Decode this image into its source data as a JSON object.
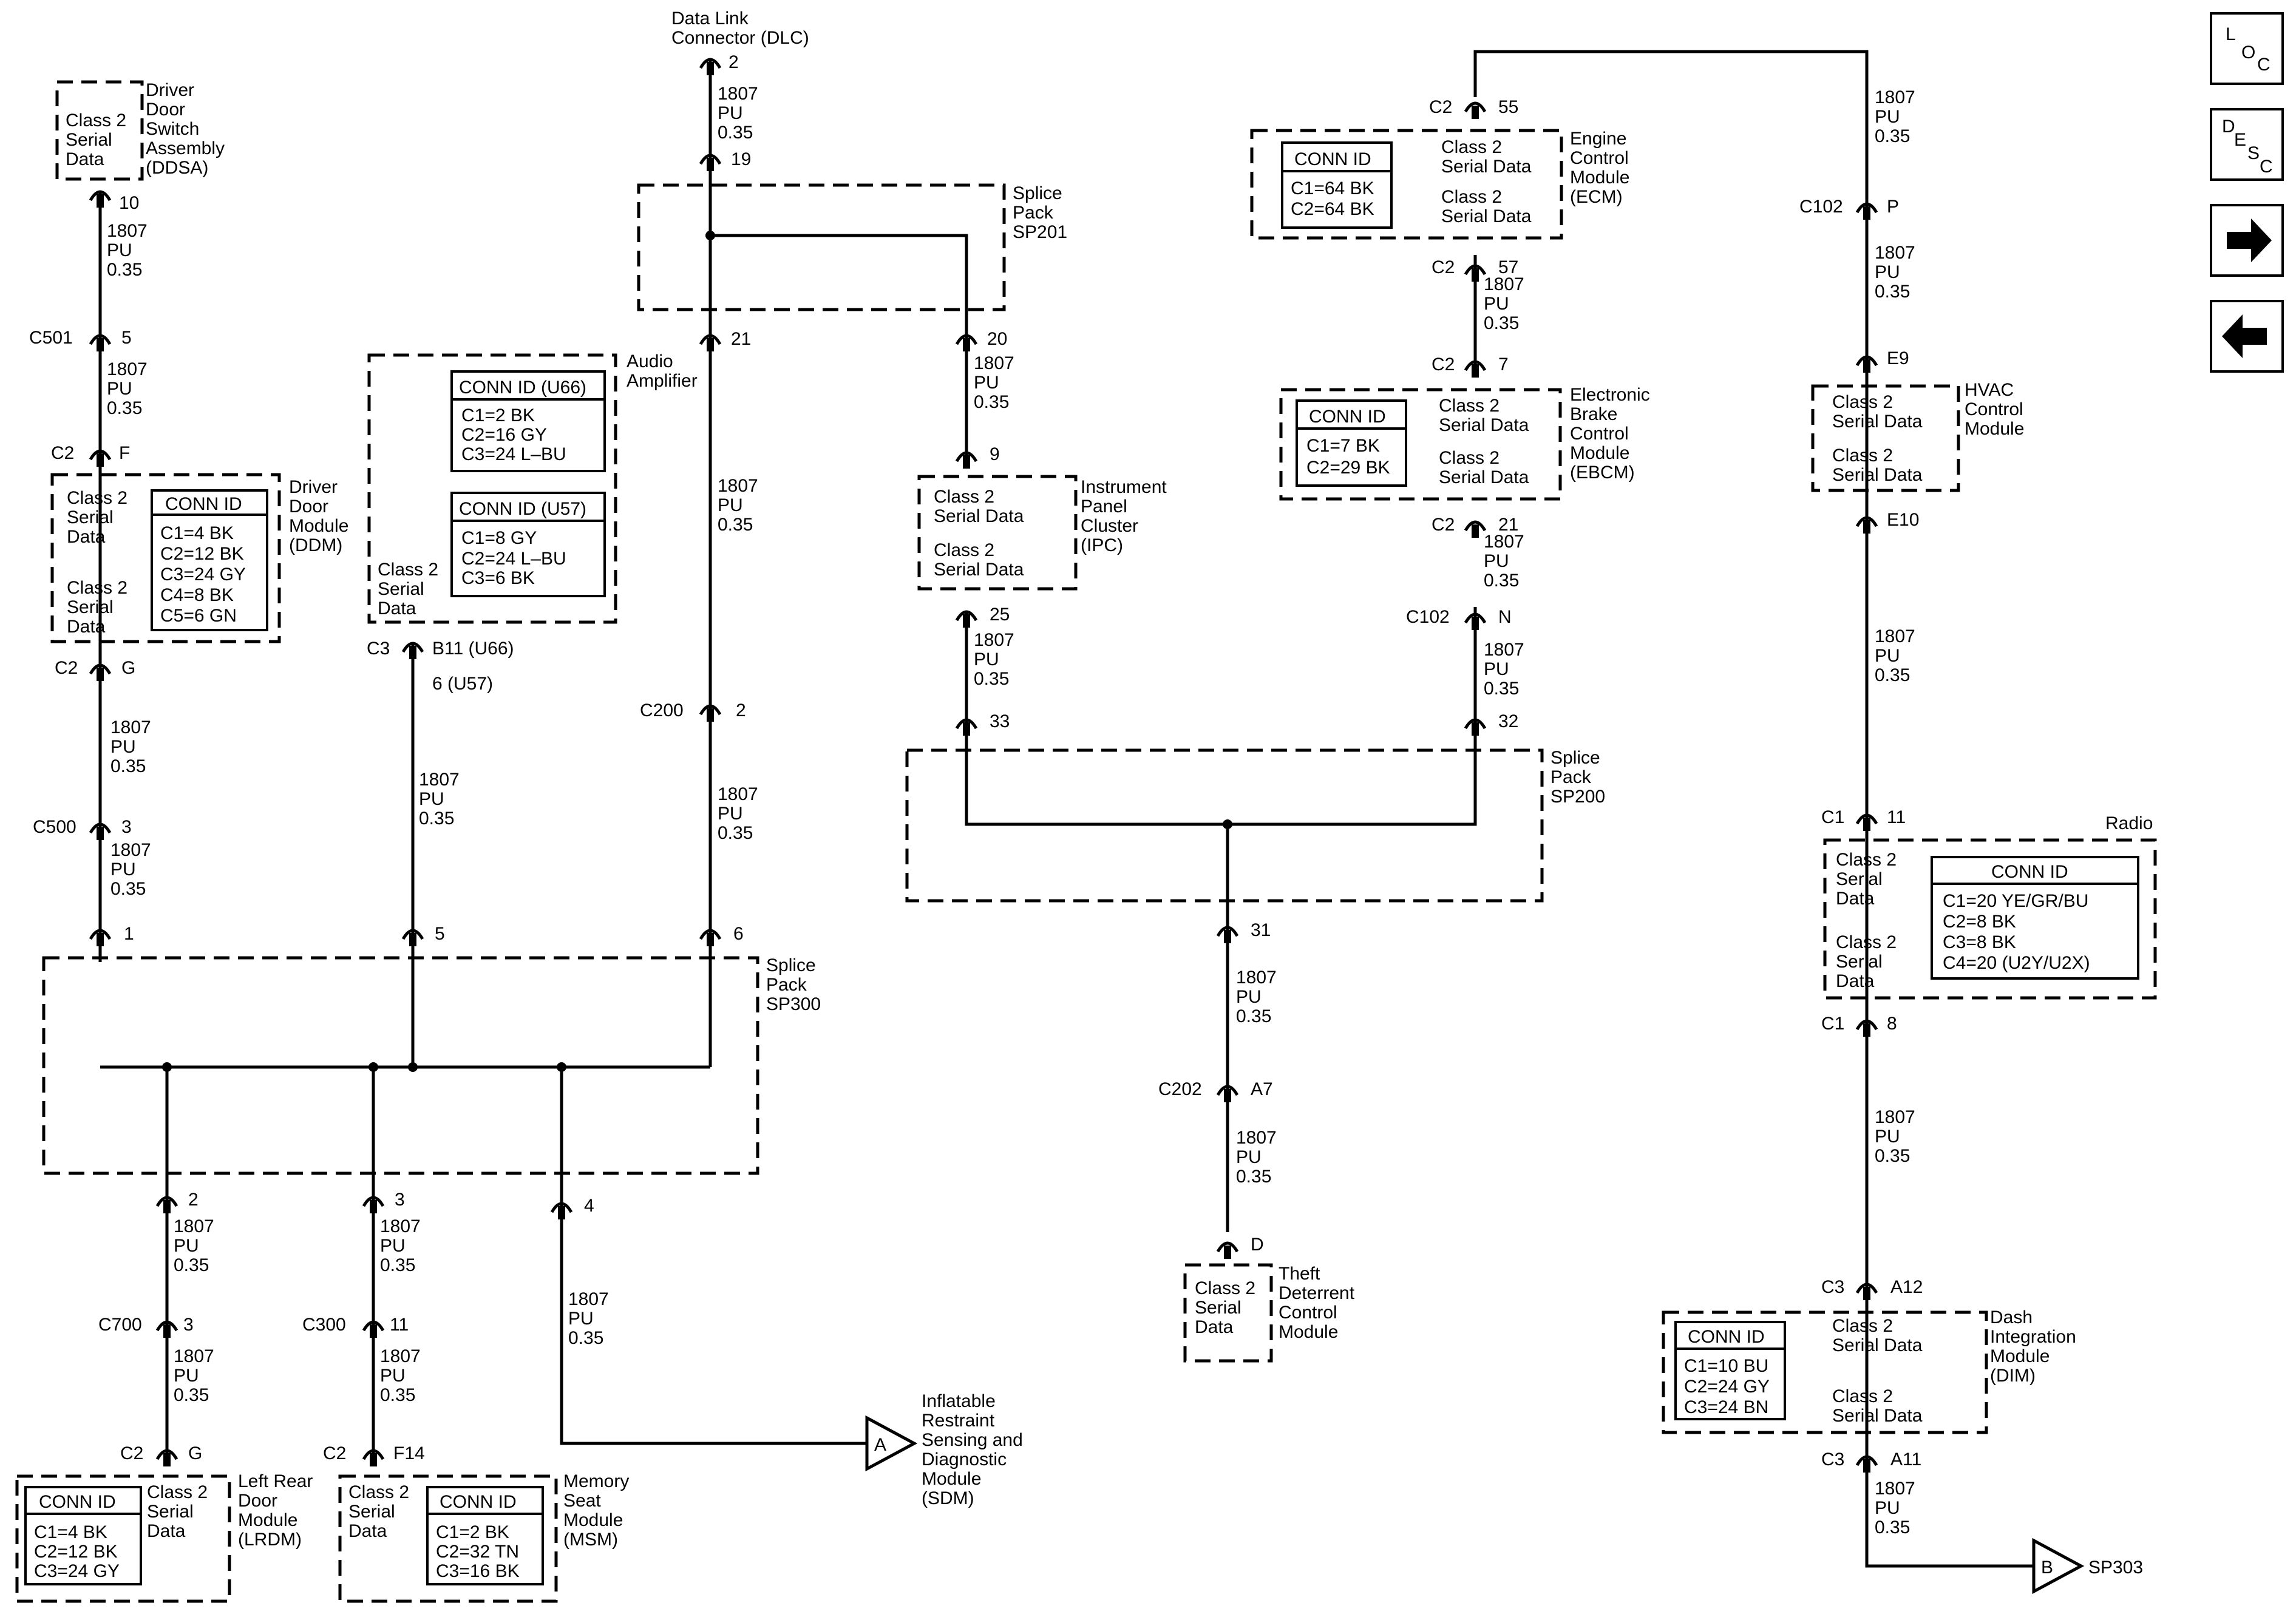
{
  "wire": {
    "circuit": "1807",
    "color": "PU",
    "gauge": "0.35"
  },
  "nav": {
    "loc": [
      "L",
      "O",
      "C"
    ],
    "desc": [
      "D",
      "E",
      "S",
      "C"
    ],
    "next_icon": "arrow-right-icon",
    "prev_icon": "arrow-left-icon"
  },
  "components": {
    "dlc": {
      "name": [
        "Data Link",
        "Connector (DLC)"
      ],
      "pin": "2"
    },
    "ddsa": {
      "name": [
        "Driver",
        "Door",
        "Switch",
        "Assembly",
        "(DDSA)"
      ],
      "label": [
        "Class 2",
        "Serial",
        "Data"
      ],
      "pin": "10"
    },
    "ddm": {
      "name": [
        "Driver",
        "Door",
        "Module",
        "(DDM)"
      ],
      "label1": [
        "Class 2",
        "Serial",
        "Data"
      ],
      "label2": [
        "Class 2",
        "Serial",
        "Data"
      ],
      "conn_title": "CONN ID",
      "conn": [
        "C1=4 BK",
        "C2=12 BK",
        "C3=24 GY",
        "C4=8 BK",
        "C5=6 GN"
      ],
      "pin_top": {
        "conn": "C2",
        "pin": "F"
      },
      "pin_bot": {
        "conn": "C2",
        "pin": "G"
      }
    },
    "amp": {
      "name": [
        "Audio",
        "Amplifier"
      ],
      "label": [
        "Class 2",
        "Serial",
        "Data"
      ],
      "conn1_title": "CONN ID (U66)",
      "conn1": [
        "C1=2 BK",
        "C2=16 GY",
        "C3=24 L–BU"
      ],
      "conn2_title": "CONN ID (U57)",
      "conn2": [
        "C1=8 GY",
        "C2=24 L–BU",
        "C3=6 BK"
      ],
      "pin_conn": "C3",
      "pin1": "B11 (U66)",
      "pin2": "6 (U57)"
    },
    "sp201": {
      "name": [
        "Splice",
        "Pack",
        "SP201"
      ],
      "pins": [
        "19",
        "21",
        "20"
      ]
    },
    "ipc": {
      "name": [
        "Instrument",
        "Panel",
        "Cluster",
        "(IPC)"
      ],
      "label1": [
        "Class 2",
        "Serial Data"
      ],
      "label2": [
        "Class 2",
        "Serial Data"
      ],
      "pin_top": "9",
      "pin_bot": "25"
    },
    "ecm": {
      "name": [
        "Engine",
        "Control",
        "Module",
        "(ECM)"
      ],
      "label1": [
        "Class 2",
        "Serial Data"
      ],
      "label2": [
        "Class 2",
        "Serial Data"
      ],
      "conn_title": "CONN ID",
      "conn": [
        "C1=64 BK",
        "C2=64 BK"
      ],
      "pin_top": {
        "conn": "C2",
        "pin": "55"
      },
      "pin_bot": {
        "conn": "C2",
        "pin": "57"
      }
    },
    "ebcm": {
      "name": [
        "Electronic",
        "Brake",
        "Control",
        "Module",
        "(EBCM)"
      ],
      "label1": [
        "Class 2",
        "Serial Data"
      ],
      "label2": [
        "Class 2",
        "Serial Data"
      ],
      "conn_title": "CONN ID",
      "conn": [
        "C1=7 BK",
        "C2=29 BK"
      ],
      "pin_top": {
        "conn": "C2",
        "pin": "7"
      },
      "pin_bot": {
        "conn": "C2",
        "pin": "21"
      }
    },
    "hvac": {
      "name": [
        "HVAC",
        "Control",
        "Module"
      ],
      "label1": [
        "Class 2",
        "Serial Data"
      ],
      "label2": [
        "Class 2",
        "Serial Data"
      ],
      "pin_top": "E9",
      "pin_bot": "E10"
    },
    "radio": {
      "name": [
        "Radio"
      ],
      "label1": [
        "Class 2",
        "Serial",
        "Data"
      ],
      "label2": [
        "Class 2",
        "Serial",
        "Data"
      ],
      "conn_title": "CONN ID",
      "conn": [
        "C1=20 YE/GR/BU",
        "C2=8 BK",
        "C3=8 BK",
        "C4=20 (U2Y/U2X)"
      ],
      "pin_top": {
        "conn": "C1",
        "pin": "11"
      },
      "pin_bot": {
        "conn": "C1",
        "pin": "8"
      }
    },
    "sp200": {
      "name": [
        "Splice",
        "Pack",
        "SP200"
      ],
      "pins": [
        "33",
        "32",
        "31"
      ]
    },
    "sp300": {
      "name": [
        "Splice",
        "Pack",
        "SP300"
      ],
      "pins": [
        "1",
        "5",
        "6",
        "2",
        "3",
        "4"
      ]
    },
    "tdcm": {
      "name": [
        "Theft",
        "Deterrent",
        "Control",
        "Module"
      ],
      "label": [
        "Class 2",
        "Serial",
        "Data"
      ],
      "pin": "D"
    },
    "dim": {
      "name": [
        "Dash",
        "Integration",
        "Module",
        "(DIM)"
      ],
      "label1": [
        "Class 2",
        "Serial Data"
      ],
      "label2": [
        "Class 2",
        "Serial Data"
      ],
      "conn_title": "CONN ID",
      "conn": [
        "C1=10 BU",
        "C2=24 GY",
        "C3=24 BN"
      ],
      "pin_top": {
        "conn": "C3",
        "pin": "A12"
      },
      "pin_bot": {
        "conn": "C3",
        "pin": "A11"
      }
    },
    "lrdm": {
      "name": [
        "Left Rear",
        "Door",
        "Module",
        "(LRDM)"
      ],
      "label": [
        "Class 2",
        "Serial",
        "Data"
      ],
      "conn_title": "CONN ID",
      "conn": [
        "C1=4 BK",
        "C2=12 BK",
        "C3=24 GY"
      ],
      "pin": {
        "conn": "C2",
        "pin": "G"
      }
    },
    "msm": {
      "name": [
        "Memory",
        "Seat",
        "Module",
        "(MSM)"
      ],
      "label": [
        "Class 2",
        "Serial",
        "Data"
      ],
      "conn_title": "CONN ID",
      "conn": [
        "C1=2 BK",
        "C2=32 TN",
        "C3=16 BK"
      ],
      "pin": {
        "conn": "C2",
        "pin": "F14"
      }
    },
    "sdm": {
      "name": [
        "Inflatable",
        "Restraint",
        "Sensing and",
        "Diagnostic",
        "Module",
        "(SDM)"
      ],
      "flag": "A"
    },
    "sp303": {
      "name": "SP303",
      "flag": "B"
    }
  },
  "inline_connectors": {
    "c501": {
      "conn": "C501",
      "pin": "5"
    },
    "c500": {
      "conn": "C500",
      "pin": "3"
    },
    "c200": {
      "conn": "C200",
      "pin": "2"
    },
    "c102p": {
      "conn": "C102",
      "pin": "P"
    },
    "c102n": {
      "conn": "C102",
      "pin": "N"
    },
    "c202": {
      "conn": "C202",
      "pin": "A7"
    },
    "c700": {
      "conn": "C700",
      "pin": "3"
    },
    "c300": {
      "conn": "C300",
      "pin": "11"
    }
  }
}
